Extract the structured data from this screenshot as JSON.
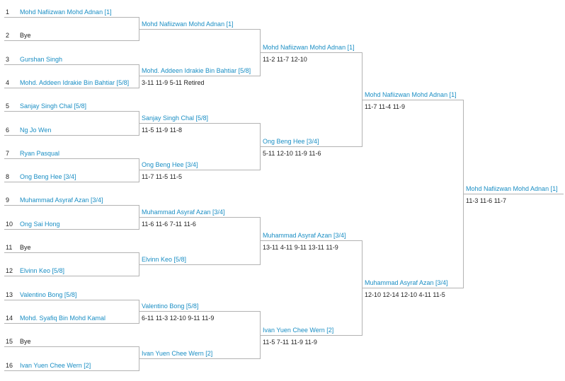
{
  "colors": {
    "link": "#1a8ec4",
    "text": "#222222",
    "line": "#b3b3b3"
  },
  "rounds": [
    {
      "matches": [
        {
          "top": {
            "seed": "1",
            "name": "Mohd Nafiizwan Mohd Adnan [1]"
          },
          "bottom": {
            "seed": "2",
            "name": "Bye",
            "bye": true
          }
        },
        {
          "top": {
            "seed": "3",
            "name": "Gurshan Singh"
          },
          "bottom": {
            "seed": "4",
            "name": "Mohd. Addeen Idrakie Bin Bahtiar [5/8]"
          }
        },
        {
          "top": {
            "seed": "5",
            "name": "Sanjay Singh Chal [5/8]"
          },
          "bottom": {
            "seed": "6",
            "name": "Ng Jo Wen"
          }
        },
        {
          "top": {
            "seed": "7",
            "name": "Ryan Pasqual"
          },
          "bottom": {
            "seed": "8",
            "name": "Ong Beng Hee [3/4]"
          }
        },
        {
          "top": {
            "seed": "9",
            "name": "Muhammad Asyraf Azan [3/4]"
          },
          "bottom": {
            "seed": "10",
            "name": "Ong Sai Hong"
          }
        },
        {
          "top": {
            "seed": "11",
            "name": "Bye",
            "bye": true
          },
          "bottom": {
            "seed": "12",
            "name": "Elvinn Keo [5/8]"
          }
        },
        {
          "top": {
            "seed": "13",
            "name": "Valentino Bong [5/8]"
          },
          "bottom": {
            "seed": "14",
            "name": "Mohd. Syafiq Bin Mohd Kamal"
          }
        },
        {
          "top": {
            "seed": "15",
            "name": "Bye",
            "bye": true
          },
          "bottom": {
            "seed": "16",
            "name": "Ivan Yuen Chee Wern [2]"
          }
        }
      ]
    },
    {
      "results": [
        {
          "winner": "Mohd Nafiizwan Mohd Adnan [1]",
          "score": ""
        },
        {
          "winner": "Mohd. Addeen Idrakie Bin Bahtiar [5/8]",
          "score": "3-11  11-9  5-11   Retired"
        },
        {
          "winner": "Sanjay Singh Chal [5/8]",
          "score": "11-5  11-9  11-8"
        },
        {
          "winner": "Ong Beng Hee [3/4]",
          "score": "11-7  11-5  11-5"
        },
        {
          "winner": "Muhammad Asyraf Azan [3/4]",
          "score": "11-6  11-6  7-11  11-6"
        },
        {
          "winner": "Elvinn Keo [5/8]",
          "score": ""
        },
        {
          "winner": "Valentino Bong [5/8]",
          "score": "6-11  11-3  12-10  9-11  11-9"
        },
        {
          "winner": "Ivan Yuen Chee Wern [2]",
          "score": ""
        }
      ]
    },
    {
      "results": [
        {
          "winner": "Mohd Nafiizwan Mohd Adnan [1]",
          "score": "11-2  11-7  12-10"
        },
        {
          "winner": "Ong Beng Hee [3/4]",
          "score": "5-11  12-10  11-9  11-6"
        },
        {
          "winner": "Muhammad Asyraf Azan [3/4]",
          "score": "13-11  4-11  9-11  13-11  11-9"
        },
        {
          "winner": "Ivan Yuen Chee Wern [2]",
          "score": "11-5  7-11  11-9  11-9"
        }
      ]
    },
    {
      "results": [
        {
          "winner": "Mohd Nafiizwan Mohd Adnan [1]",
          "score": "11-7  11-4  11-9"
        },
        {
          "winner": "Muhammad Asyraf Azan [3/4]",
          "score": "12-10  12-14  12-10  4-11  11-5"
        }
      ]
    },
    {
      "results": [
        {
          "winner": "Mohd Nafiizwan Mohd Adnan [1]",
          "score": "11-3  11-6  11-7"
        }
      ]
    }
  ]
}
